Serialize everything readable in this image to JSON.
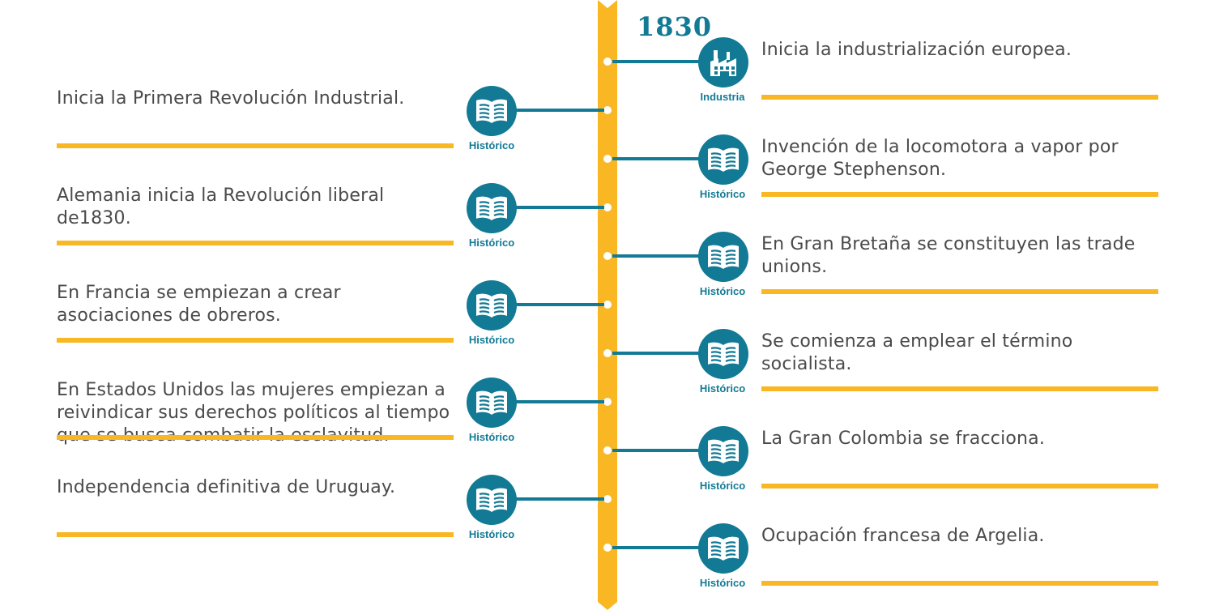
{
  "timeline": {
    "year": "1830",
    "colors": {
      "accent": "#127a95",
      "spine": "#f9b823",
      "underline": "#f9b823",
      "text": "#4a4a4a"
    }
  },
  "events": [
    {
      "side": "right",
      "icon": "factory-icon",
      "category": "Industria",
      "text": "Inicia la industrialización europea."
    },
    {
      "side": "left",
      "icon": "book-icon",
      "category": "Histórico",
      "text": "Inicia la Primera Revolución Industrial."
    },
    {
      "side": "right",
      "icon": "book-icon",
      "category": "Histórico",
      "text": "Invención de la locomotora a vapor por George Stephenson."
    },
    {
      "side": "left",
      "icon": "book-icon",
      "category": "Histórico",
      "text": "Alemania inicia la Revolución liberal de1830."
    },
    {
      "side": "right",
      "icon": "book-icon",
      "category": "Histórico",
      "text": "En Gran Bretaña se constituyen las trade unions."
    },
    {
      "side": "left",
      "icon": "book-icon",
      "category": "Histórico",
      "text": "En Francia se empiezan a crear asociaciones de obreros."
    },
    {
      "side": "right",
      "icon": "book-icon",
      "category": "Histórico",
      "text": "Se comienza a emplear el término socialista."
    },
    {
      "side": "left",
      "icon": "book-icon",
      "category": "Histórico",
      "text": "En Estados Unidos las mujeres empiezan a reivindicar sus derechos políticos al tiempo que se busca combatir la esclavitud."
    },
    {
      "side": "right",
      "icon": "book-icon",
      "category": "Histórico",
      "text": "La Gran Colombia se fracciona."
    },
    {
      "side": "left",
      "icon": "book-icon",
      "category": "Histórico",
      "text": "Independencia definitiva de Uruguay."
    },
    {
      "side": "right",
      "icon": "book-icon",
      "category": "Histórico",
      "text": "Ocupación francesa de Argelia."
    }
  ]
}
